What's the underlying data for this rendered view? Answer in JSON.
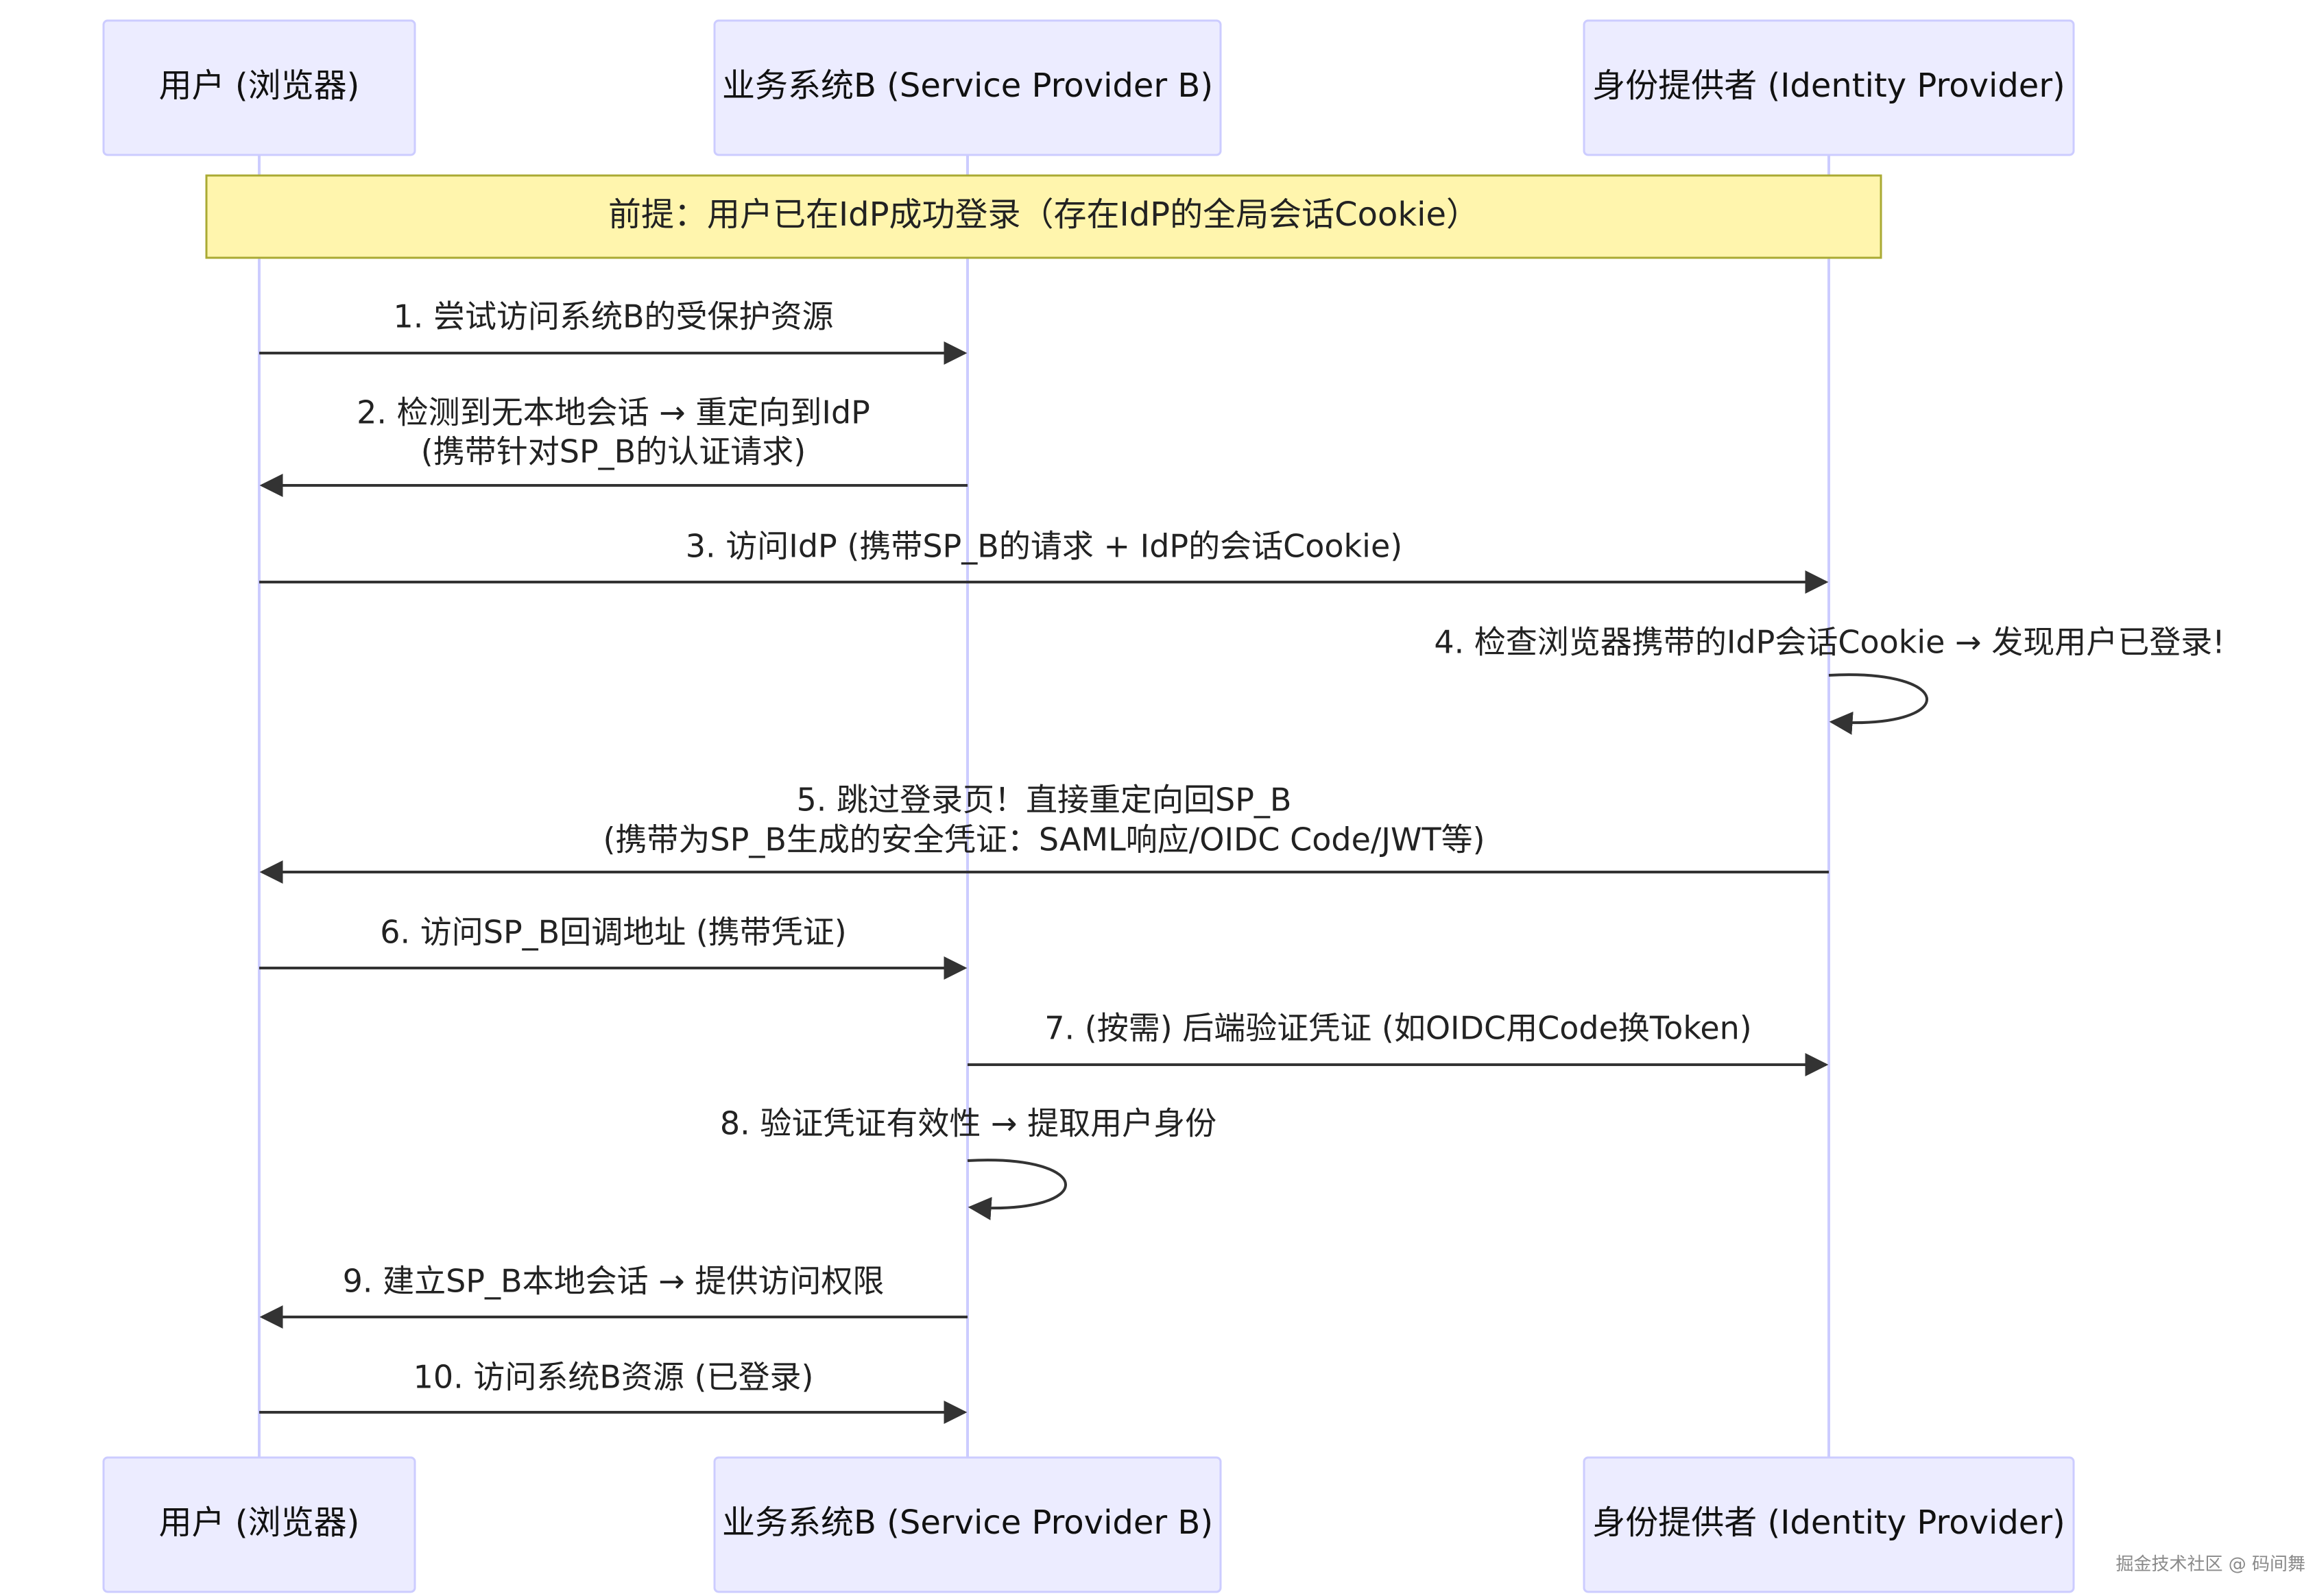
{
  "participants": [
    {
      "id": "user",
      "label": "用户 (浏览器)"
    },
    {
      "id": "sp_b",
      "label": "业务系统B (Service Provider B)"
    },
    {
      "id": "idp",
      "label": "身份提供者 (Identity Provider)"
    }
  ],
  "note": {
    "text": "前提：用户已在IdP成功登录（存在IdP的全局会话Cookie）"
  },
  "messages": [
    {
      "from": "user",
      "to": "sp_b",
      "lines": [
        "1. 尝试访问系统B的受保护资源"
      ]
    },
    {
      "from": "sp_b",
      "to": "user",
      "lines": [
        "2. 检测到无本地会话 → 重定向到IdP",
        "(携带针对SP_B的认证请求)"
      ]
    },
    {
      "from": "user",
      "to": "idp",
      "lines": [
        "3. 访问IdP (携带SP_B的请求 + IdP的会话Cookie)"
      ]
    },
    {
      "from": "idp",
      "to": "idp",
      "lines": [
        "4. 检查浏览器携带的IdP会话Cookie → 发现用户已登录!"
      ]
    },
    {
      "from": "idp",
      "to": "user",
      "lines": [
        "5. 跳过登录页！直接重定向回SP_B",
        "(携带为SP_B生成的安全凭证：SAML响应/OIDC Code/JWT等)"
      ]
    },
    {
      "from": "user",
      "to": "sp_b",
      "lines": [
        "6. 访问SP_B回调地址 (携带凭证)"
      ]
    },
    {
      "from": "sp_b",
      "to": "idp",
      "lines": [
        "7. (按需) 后端验证凭证 (如OIDC用Code换Token)"
      ]
    },
    {
      "from": "sp_b",
      "to": "sp_b",
      "lines": [
        "8. 验证凭证有效性 → 提取用户身份"
      ]
    },
    {
      "from": "sp_b",
      "to": "user",
      "lines": [
        "9. 建立SP_B本地会话 → 提供访问权限"
      ]
    },
    {
      "from": "user",
      "to": "sp_b",
      "lines": [
        "10. 访问系统B资源 (已登录)"
      ]
    }
  ],
  "watermark": "掘金技术社区 @ 码间舞",
  "colors": {
    "actor_fill": "#ECECFF",
    "actor_stroke": "#CCCCFF",
    "lifeline": "#CCCCFF",
    "note_fill": "#FFF5AD",
    "note_stroke": "#AAAA33",
    "arrow": "#333333"
  }
}
